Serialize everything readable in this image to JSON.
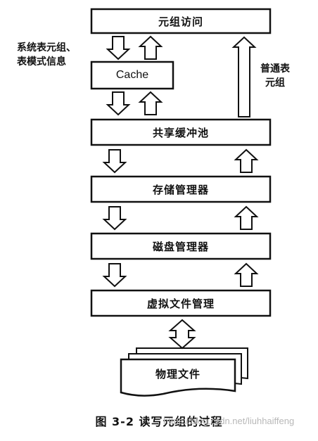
{
  "boxes": {
    "tuple_access": "元组访问",
    "cache": "Cache",
    "buffer_pool": "共享缓冲池",
    "storage_manager": "存储管理器",
    "disk_manager": "磁盘管理器",
    "vfs_manager": "虚拟文件管理",
    "physical_file": "物理文件"
  },
  "side_labels": {
    "system_tuples_line1": "系统表元组、",
    "system_tuples_line2": "表模式信息",
    "normal_tuples_line1": "普通表",
    "normal_tuples_line2": "元组"
  },
  "caption": "图 3-2   读写元组的过程",
  "watermark": "https://blog.csdn.net/liuhhaiffeng"
}
